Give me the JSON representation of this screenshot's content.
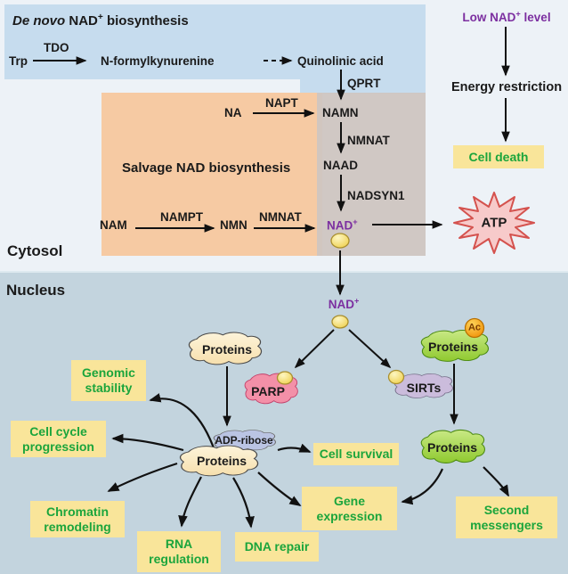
{
  "colors": {
    "bg-cytosol": "#edf2f7",
    "bg-nucleus": "#c3d4de",
    "box-blue": "#c6dcee",
    "box-orange": "#f6caa3",
    "band-gray": "#cfc5c1",
    "highlight-yellow": "#f9e59a",
    "text-green": "#1ba53c",
    "text-purple": "#7c2fa0",
    "arrow-black": "#111111",
    "blob-beige": "#fbeccb",
    "blob-pink": "#f390a8",
    "blob-lavender": "#cbbcdc",
    "blob-periwinkle": "#bac4e3",
    "blob-green": "#a8d84b",
    "oval-yellow": "#f3dd6e",
    "ac-orange": "#f5a623",
    "atp-fill": "#f7caca",
    "atp-stroke": "#d4524e"
  },
  "de_novo": {
    "title": {
      "italic": "De novo",
      "rest": " NAD",
      "sup": "+",
      "end": " biosynthesis"
    },
    "trp": "Trp",
    "tdo": "TDO",
    "n_formylkynurenine": "N-formylkynurenine",
    "quinolinic_acid": "Quinolinic acid",
    "qprt": "QPRT"
  },
  "salvage": {
    "title": "Salvage NAD biosynthesis",
    "na": "NA",
    "napt": "NAPT",
    "namn": "NAMN",
    "nmnat_1": "NMNAT",
    "naad": "NAAD",
    "nadsyn1": "NADSYN1",
    "nam": "NAM",
    "nampt": "NAMPT",
    "nmn": "NMN",
    "nmnat_2": "NMNAT",
    "nad": {
      "base": "NAD",
      "sup": "+"
    }
  },
  "energy": {
    "low_nad": {
      "pre": "Low NAD",
      "sup": "+",
      "post": " level"
    },
    "energy_restriction": "Energy restriction",
    "cell_death": "Cell death",
    "atp": "ATP"
  },
  "compartments": {
    "cytosol": "Cytosol",
    "nucleus": "Nucleus"
  },
  "nucleus": {
    "nad": {
      "base": "NAD",
      "sup": "+"
    },
    "proteins_upper": "Proteins",
    "parp": "PARP",
    "sirts": "SIRTs",
    "ac": "Ac",
    "proteins_acetyl": "Proteins",
    "adp_ribose": "ADP-ribose",
    "proteins_parylated": "Proteins",
    "proteins_deacetylated": "Proteins",
    "outcomes": {
      "genomic_stability": "Genomic stability",
      "cell_cycle": "Cell cycle progression",
      "chromatin": "Chromatin remodeling",
      "rna": "RNA regulation",
      "dna_repair": "DNA repair",
      "cell_survival": "Cell survival",
      "gene_expression": "Gene expression",
      "second_messengers": "Second messengers"
    }
  }
}
